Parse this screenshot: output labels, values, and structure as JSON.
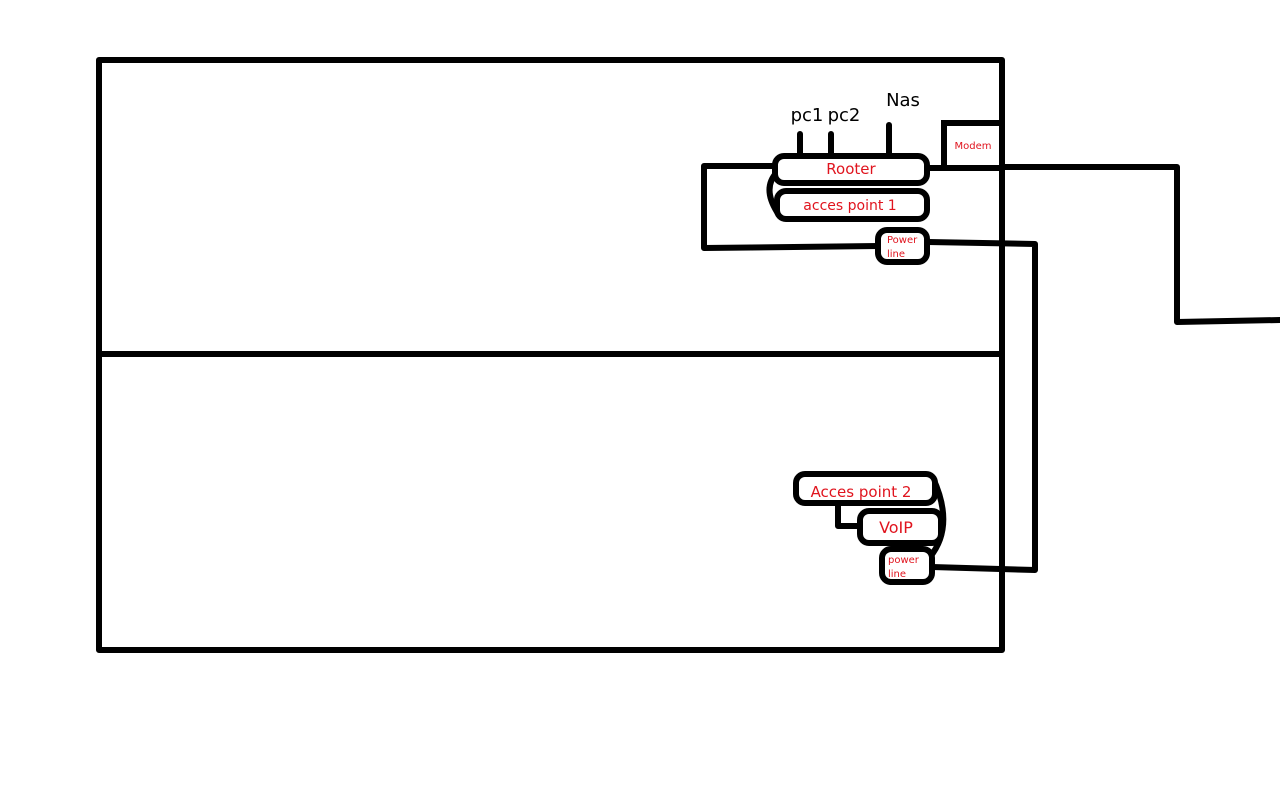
{
  "colors": {
    "line": "#000000",
    "device_label": "#e0141e",
    "port_label": "#000000",
    "background": "#ffffff"
  },
  "devices": {
    "modem": "Modem",
    "router": "Rooter",
    "access_point_1": "acces point 1",
    "powerline_top_line1": "Power",
    "powerline_top_line2": "line",
    "access_point_2": "Acces point 2",
    "voip": "VoIP",
    "powerline_bottom_line1": "power",
    "powerline_bottom_line2": "line"
  },
  "ports": {
    "pc1": "pc1",
    "pc2": "pc2",
    "nas": "Nas"
  }
}
